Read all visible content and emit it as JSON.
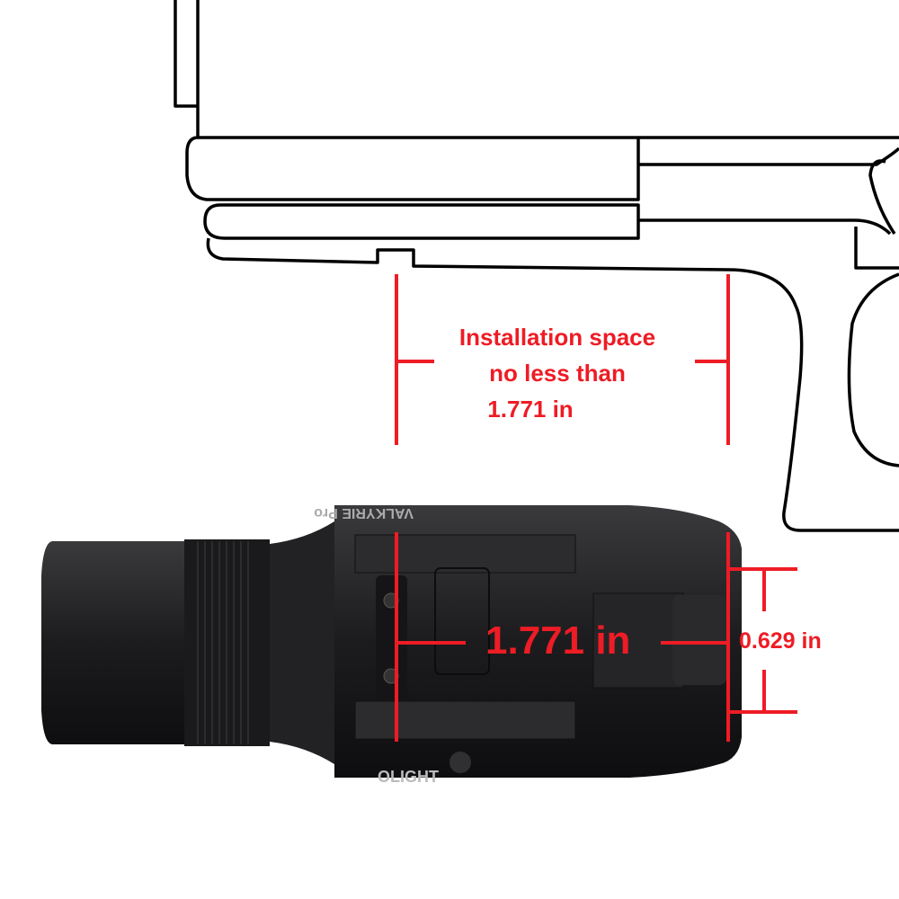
{
  "annotations": {
    "installation_space": [
      "Installation space",
      "no less than",
      "1.771 in"
    ],
    "rail_width": "1.771 in",
    "rail_height": "0.629 in"
  },
  "product_markings": {
    "top": "VALKYRIE Pro",
    "bottom": "OLIGHT"
  },
  "colors": {
    "annotation": "#ee1c25",
    "outline": "#000000",
    "product_body": "#1f1f21"
  }
}
